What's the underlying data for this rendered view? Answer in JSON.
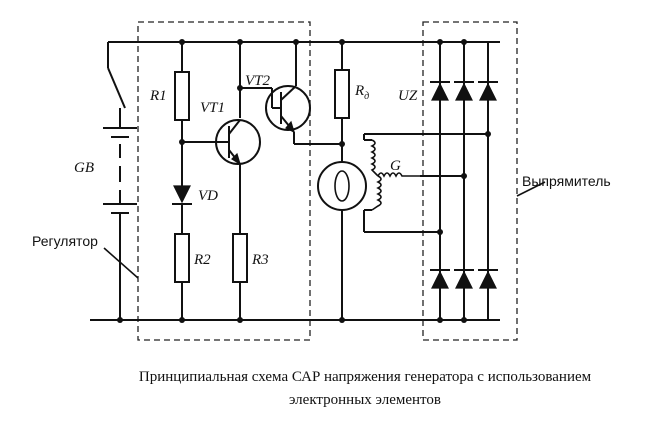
{
  "labels": {
    "R1": "R1",
    "VT1": "VT1",
    "VT2": "VT2",
    "Rd_main": "R",
    "Rd_sub": "д",
    "UZ": "UZ",
    "GB": "GB",
    "VD": "VD",
    "R2": "R2",
    "R3": "R3",
    "G": "G",
    "regulator": "Регулятор",
    "rectifier": "Выпрямитель"
  },
  "caption": {
    "line1": "Принципиальная схема САР напряжения генератора с использованием",
    "line2": "электронных элементов"
  }
}
